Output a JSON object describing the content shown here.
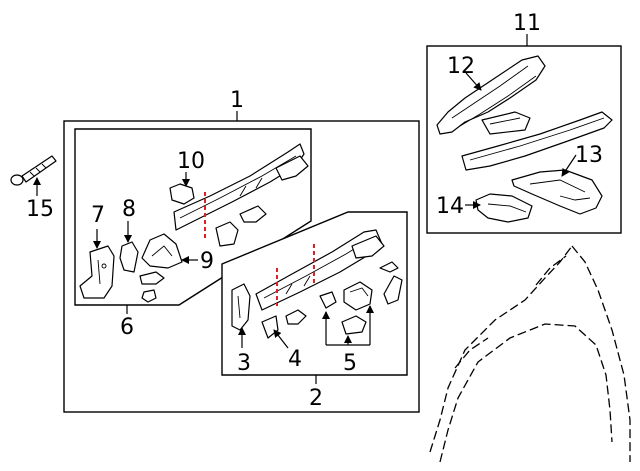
{
  "callouts": {
    "c1": "1",
    "c2": "2",
    "c3": "3",
    "c4": "4",
    "c5": "5",
    "c6": "6",
    "c7": "7",
    "c8": "8",
    "c9": "9",
    "c10": "10",
    "c11": "11",
    "c12": "12",
    "c13": "13",
    "c14": "14",
    "c15": "15"
  },
  "colors": {
    "line": "#000000",
    "cut_line": "#e02020",
    "background": "#ffffff"
  }
}
